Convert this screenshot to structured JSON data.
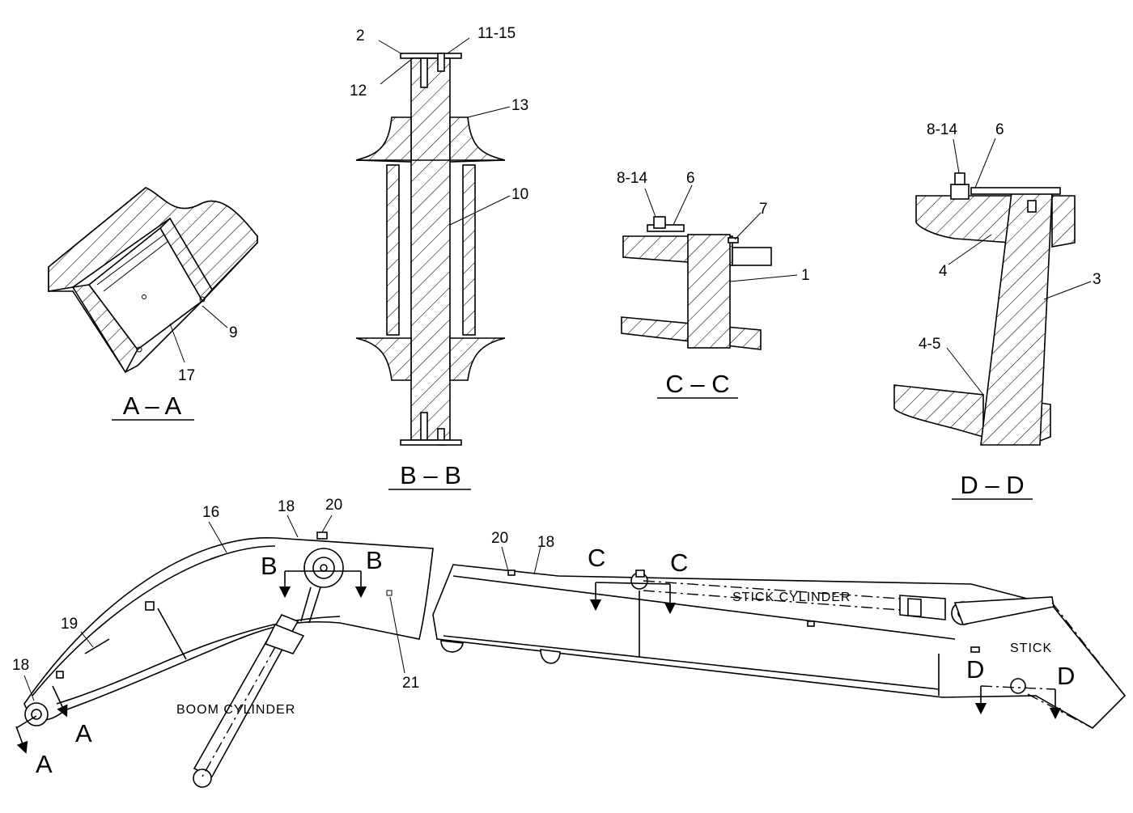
{
  "diagram": {
    "sections": {
      "aa": "A – A",
      "bb": "B – B",
      "cc": "C – C",
      "dd": "D – D"
    },
    "section_markers": {
      "a1": "A",
      "a2": "A",
      "b1": "B",
      "b2": "B",
      "c1": "C",
      "c2": "C",
      "d1": "D",
      "d2": "D"
    },
    "components": {
      "boom_cylinder": "BOOM  CYLINDER",
      "stick_cylinder": "STICK  CYLINDER",
      "stick": "STICK"
    },
    "callouts": {
      "aa_9": "9",
      "aa_17": "17",
      "bb_2": "2",
      "bb_11_15": "11-15",
      "bb_12": "12",
      "bb_13": "13",
      "bb_10": "10",
      "cc_8_14": "8-14",
      "cc_6": "6",
      "cc_7": "7",
      "cc_1": "1",
      "dd_8_14": "8-14",
      "dd_6": "6",
      "dd_4": "4",
      "dd_3": "3",
      "dd_4_5": "4-5",
      "boom_16": "16",
      "boom_18_top": "18",
      "boom_20": "20",
      "boom_19": "19",
      "boom_18_left": "18",
      "boom_21": "21",
      "stick_20": "20",
      "stick_18": "18"
    }
  }
}
